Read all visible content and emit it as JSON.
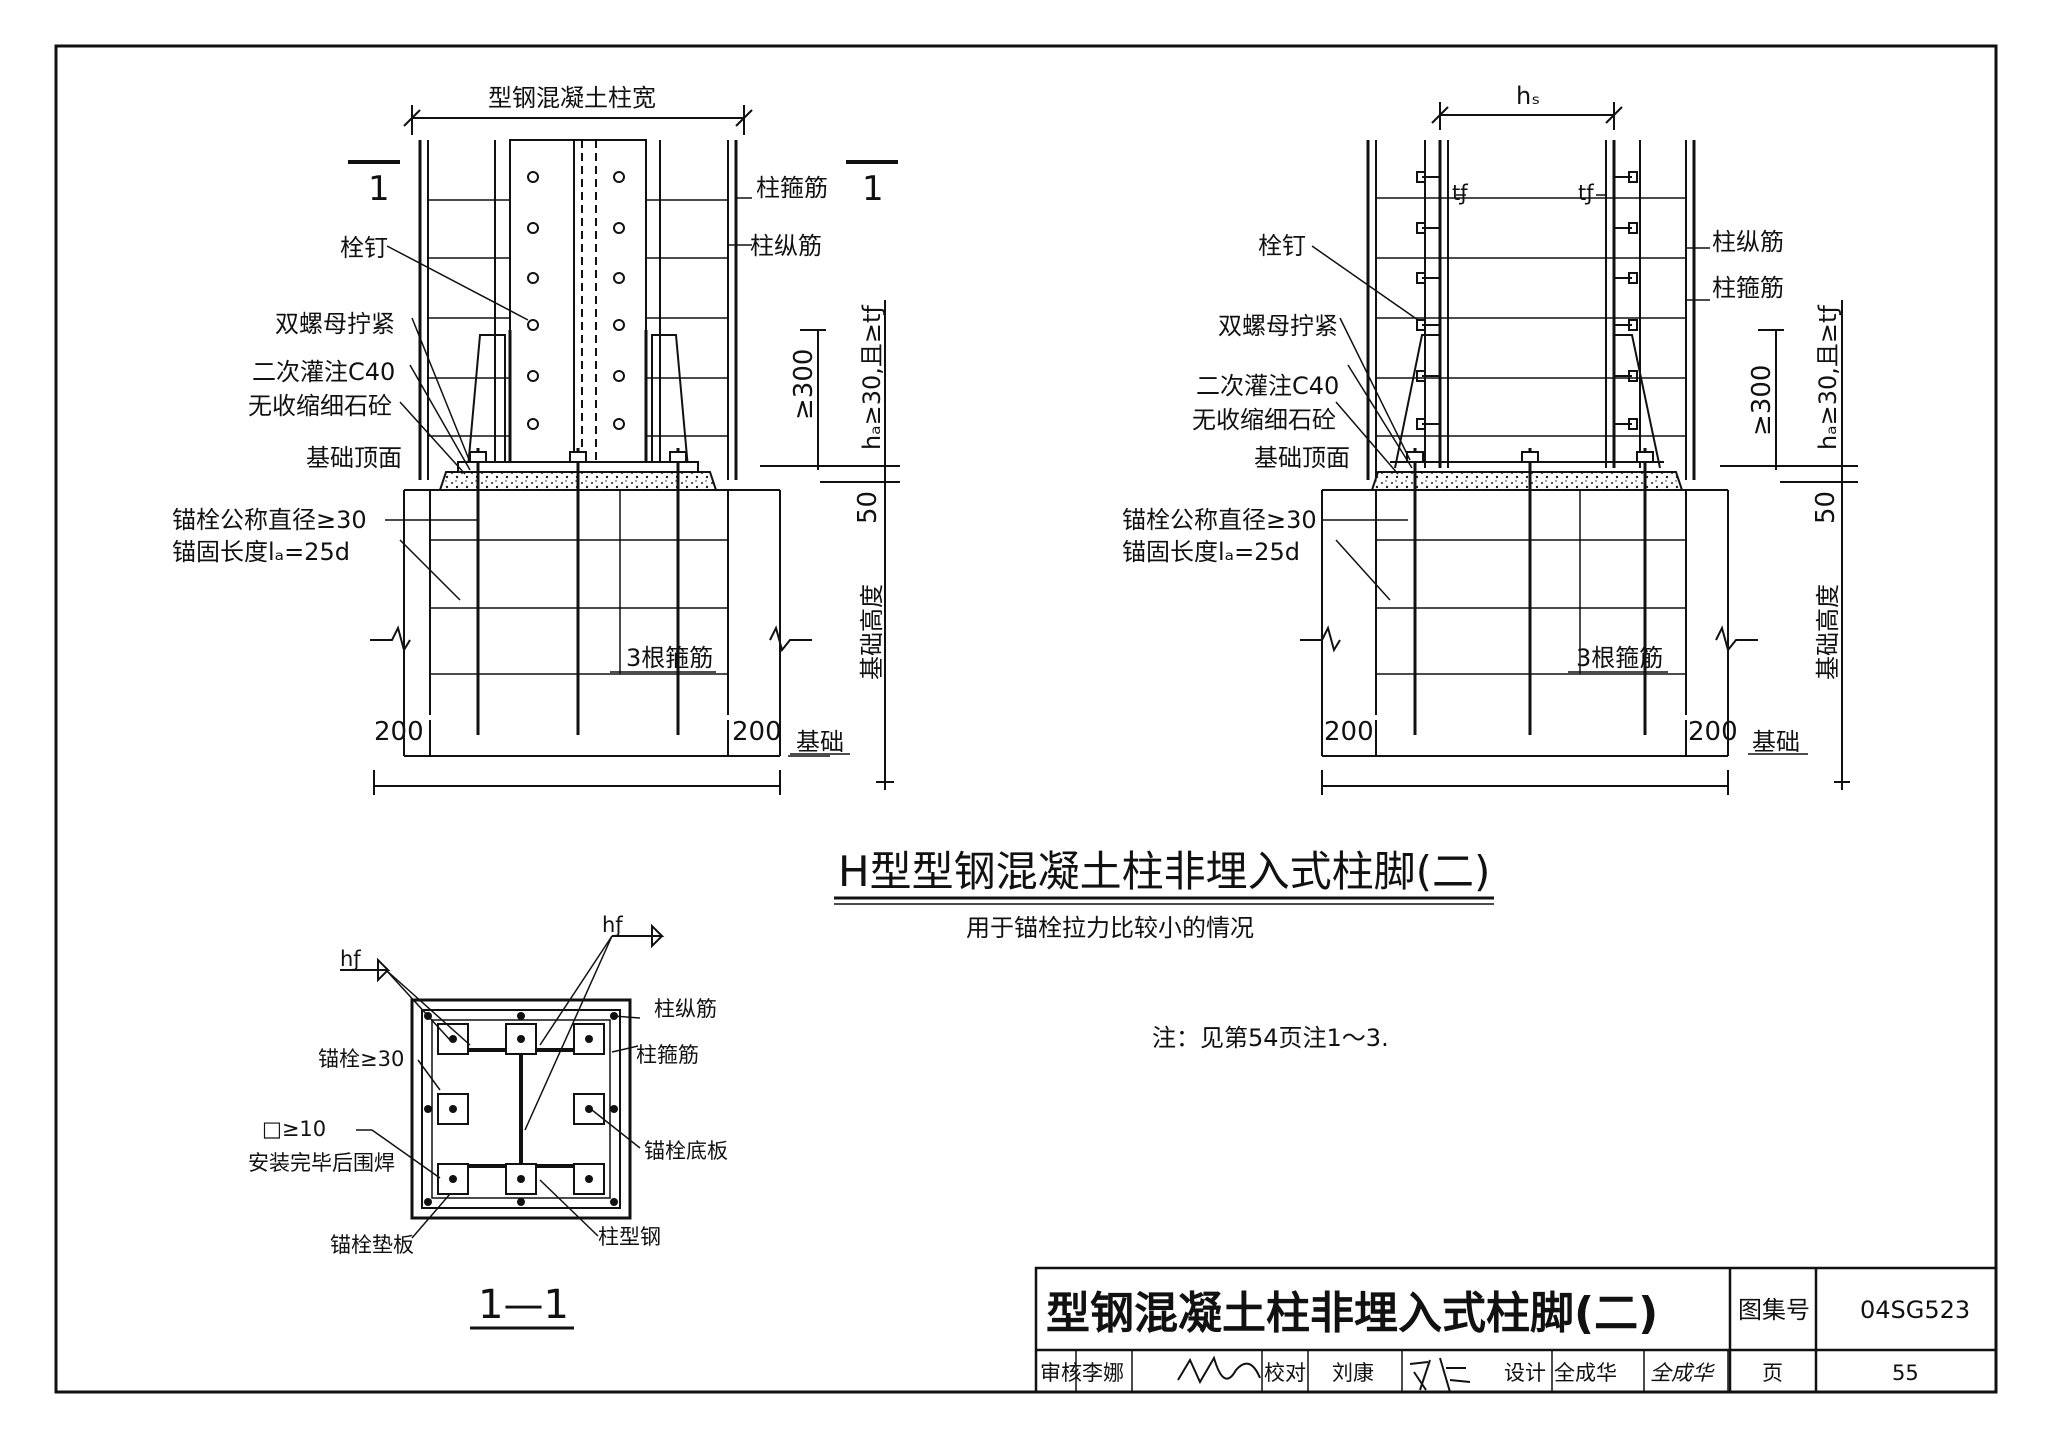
{
  "left": {
    "width_label": "型钢混凝土柱宽",
    "section_mark": "1",
    "labels": {
      "stirrup": "柱箍筋",
      "long_bar": "柱纵筋",
      "stud": "栓钉",
      "double_nut": "双螺母拧紧",
      "grout_1": "二次灌注C40",
      "grout_2": "无收缩细石砼",
      "foundation_top": "基础顶面",
      "bolt_dia": "锚栓公称直径≥30",
      "anchor_len": "锚固长度lₐ=25d",
      "three_stirrups": "3根箍筋",
      "foundation": "基础",
      "found_height": "基础高度",
      "dim_300": "≥300",
      "dim_hd": "hₐ≥30,且≥tƒ",
      "dim_50": "50",
      "dim_200a": "200",
      "dim_200b": "200"
    }
  },
  "right": {
    "hs_label": "hₛ",
    "tf_label": "tƒ",
    "labels": {
      "long_bar": "柱纵筋",
      "stirrup": "柱箍筋",
      "stud": "栓钉",
      "double_nut": "双螺母拧紧",
      "grout_1": "二次灌注C40",
      "grout_2": "无收缩细石砼",
      "foundation_top": "基础顶面",
      "bolt_dia": "锚栓公称直径≥30",
      "anchor_len": "锚固长度lₐ=25d",
      "three_stirrups": "3根箍筋",
      "foundation": "基础",
      "found_height": "基础高度",
      "dim_300": "≥300",
      "dim_hd": "hₐ≥30,且≥tƒ",
      "dim_50": "50",
      "dim_200a": "200",
      "dim_200b": "200"
    }
  },
  "main_title": "H型型钢混凝土柱非埋入式柱脚(二)",
  "subtitle": "用于锚栓拉力比较小的情况",
  "note": "注：见第54页注1～3.",
  "section": {
    "hf_label": "hƒ",
    "long_bar": "柱纵筋",
    "stirrup": "柱箍筋",
    "bolt": "锚栓≥30",
    "weld_1": "□≥10",
    "weld_2": "安装完毕后围焊",
    "base_plate": "锚栓底板",
    "washer": "锚栓垫板",
    "steel": "柱型钢",
    "title": "1—1"
  },
  "title_block": {
    "title": "型钢混凝土柱非埋入式柱脚(二)",
    "atlas_label": "图集号",
    "atlas_value": "04SG523",
    "review_label": "审核",
    "review_name": "李娜",
    "check_label": "校对",
    "check_name": "刘康",
    "design_label": "设计",
    "design_name": "全成华",
    "design_sig": "全成华",
    "page_label": "页",
    "page_value": "55"
  }
}
